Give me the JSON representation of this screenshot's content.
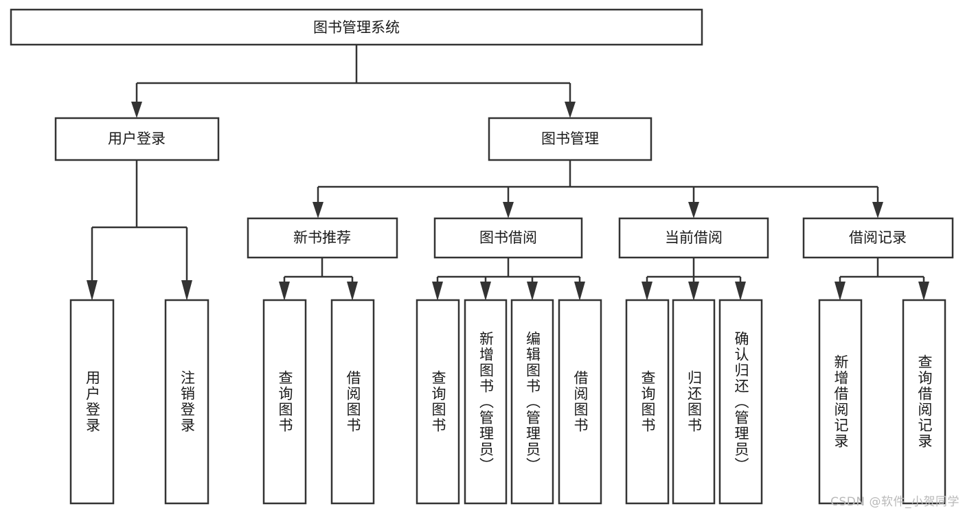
{
  "diagram": {
    "title": "图书管理系统",
    "watermark": "CSDN @软件_小贺同学",
    "colors": {
      "stroke": "#333333",
      "fill": "#ffffff",
      "text": "#1a1a1a",
      "watermark": "#b9b9b9"
    },
    "levels": {
      "root": "图书管理系统",
      "level1": [
        "用户登录",
        "图书管理"
      ],
      "level2": [
        "新书推荐",
        "图书借阅",
        "当前借阅",
        "借阅记录"
      ]
    },
    "nodes": {
      "root": {
        "label": "图书管理系统"
      },
      "user_login": {
        "label": "用户登录"
      },
      "book_manage": {
        "label": "图书管理"
      },
      "new_book_rec": {
        "label": "新书推荐"
      },
      "book_borrow": {
        "label": "图书借阅"
      },
      "current_borrow": {
        "label": "当前借阅"
      },
      "borrow_record": {
        "label": "借阅记录"
      },
      "leaf_user_login": {
        "label": "用户登录"
      },
      "leaf_logout": {
        "label": "注销登录"
      },
      "leaf_query_book_1": {
        "label": "查询图书"
      },
      "leaf_borrow_book_1": {
        "label": "借阅图书"
      },
      "leaf_query_book_2": {
        "label": "查询图书"
      },
      "leaf_add_book_admin": {
        "label": "新增图书（管理员）"
      },
      "leaf_edit_book_admin": {
        "label": "编辑图书（管理员）"
      },
      "leaf_borrow_book_2": {
        "label": "借阅图书"
      },
      "leaf_query_book_3": {
        "label": "查询图书"
      },
      "leaf_return_book": {
        "label": "归还图书"
      },
      "leaf_confirm_return_admin": {
        "label": "确认归还（管理员）"
      },
      "leaf_add_record": {
        "label": "新增借阅记录"
      },
      "leaf_query_record": {
        "label": "查询借阅记录"
      }
    },
    "tree": {
      "图书管理系统": {
        "用户登录": [
          "用户登录",
          "注销登录"
        ],
        "图书管理": {
          "新书推荐": [
            "查询图书",
            "借阅图书"
          ],
          "图书借阅": [
            "查询图书",
            "新增图书（管理员）",
            "编辑图书（管理员）",
            "借阅图书"
          ],
          "当前借阅": [
            "查询图书",
            "归还图书",
            "确认归还（管理员）"
          ],
          "借阅记录": [
            "新增借阅记录",
            "查询借阅记录"
          ]
        }
      }
    }
  }
}
